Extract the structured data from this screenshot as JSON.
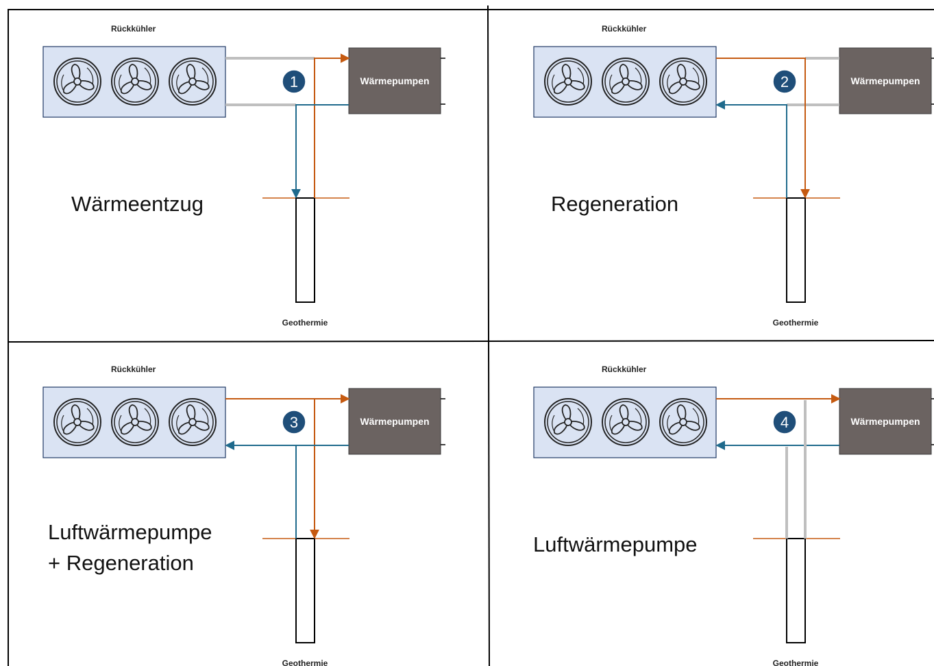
{
  "colors": {
    "hot": "#c55a11",
    "cold": "#1f6a8c",
    "inactive": "#bfbfbf",
    "cooler_fill": "#dae3f3",
    "heatpump_fill": "#6b6361",
    "badge": "#1f4e79"
  },
  "icons": {
    "fan": "fan-icon"
  },
  "panels": [
    {
      "number": "1",
      "cooler_label": "Rückkühler",
      "heatpump_label": "Wärmepumpen",
      "geo_label": "Geothermie",
      "mode_lines": [
        "Wärmeentzug"
      ],
      "mode": "extraction"
    },
    {
      "number": "2",
      "cooler_label": "Rückkühler",
      "heatpump_label": "Wärmepumpen",
      "geo_label": "Geothermie",
      "mode_lines": [
        "Regeneration"
      ],
      "mode": "regeneration"
    },
    {
      "number": "3",
      "cooler_label": "Rückkühler",
      "heatpump_label": "Wärmepumpen",
      "geo_label": "Geothermie",
      "mode_lines": [
        "Luftwärmepumpe",
        "+ Regeneration"
      ],
      "mode": "air_plus_regeneration"
    },
    {
      "number": "4",
      "cooler_label": "Rückkühler",
      "heatpump_label": "Wärmepumpen",
      "geo_label": "Geothermie",
      "mode_lines": [
        "Luftwärmepumpe"
      ],
      "mode": "air"
    }
  ]
}
